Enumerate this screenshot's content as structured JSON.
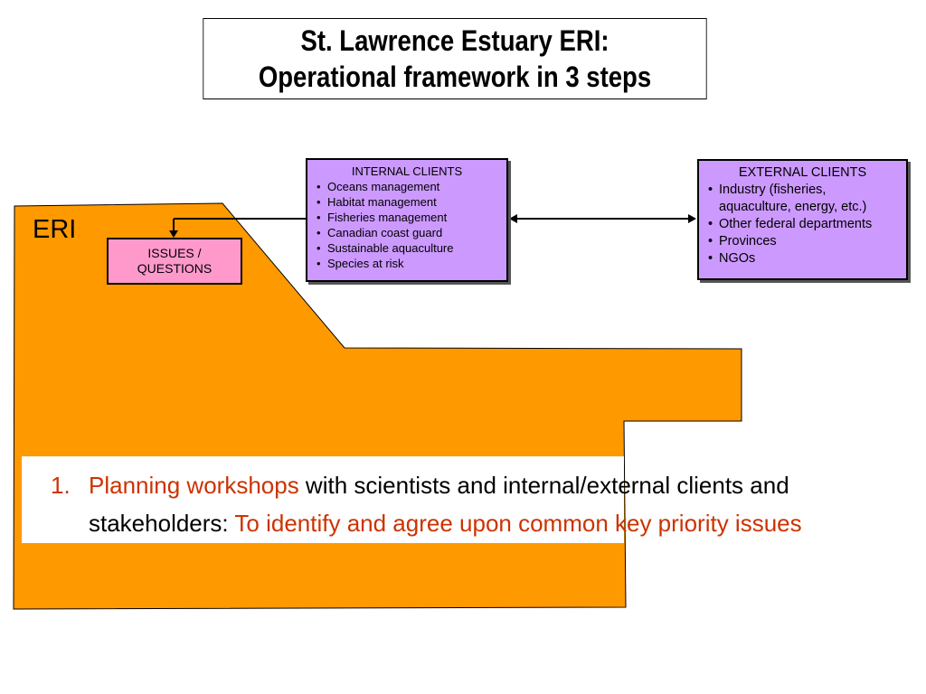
{
  "title": {
    "line1": "St. Lawrence Estuary ERI:",
    "line2": "Operational framework in 3 steps"
  },
  "eri": {
    "label": "ERI",
    "fill_color": "#ff9900"
  },
  "issues_box": {
    "line1": "ISSUES /",
    "line2": "QUESTIONS",
    "fill_color": "#ff99cc"
  },
  "internal_clients": {
    "heading": "INTERNAL CLIENTS",
    "items": [
      "Oceans management",
      "Habitat management",
      "Fisheries management",
      "Canadian coast guard",
      "Sustainable aquaculture",
      "Species at risk"
    ],
    "fill_color": "#cc99ff"
  },
  "external_clients": {
    "heading": "EXTERNAL CLIENTS",
    "items": [
      "Industry (fisheries, aquaculture, energy, etc.)",
      "Other federal departments",
      "Provinces",
      "NGOs"
    ],
    "fill_color": "#cc99ff"
  },
  "step1": {
    "number": "1.",
    "highlight": "Planning workshops",
    "text1": " with scientists and internal/external clients and stakeholders: ",
    "highlight2": "To identify and agree upon common key priority issues",
    "accent_color": "#cc3300"
  }
}
